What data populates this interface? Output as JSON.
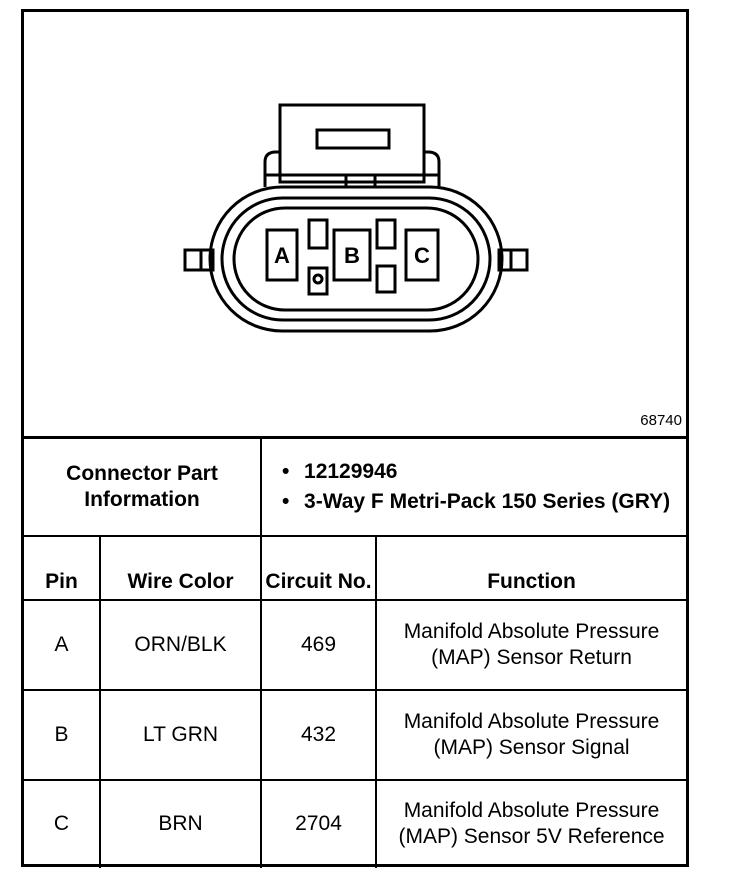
{
  "figure_number": "68740",
  "connector": {
    "label": "Connector Part Information",
    "items": [
      "12129946",
      "3-Way F Metri-Pack 150 Series (GRY)"
    ],
    "pins": [
      "A",
      "B",
      "C"
    ]
  },
  "table": {
    "headers": {
      "pin": "Pin",
      "wire_color": "Wire Color",
      "circuit": "Circuit No.",
      "function": "Function"
    },
    "rows": [
      {
        "pin": "A",
        "wire_color": "ORN/BLK",
        "circuit": "469",
        "function": "Manifold Absolute Pressure (MAP) Sensor Return"
      },
      {
        "pin": "B",
        "wire_color": "LT GRN",
        "circuit": "432",
        "function": "Manifold Absolute Pressure (MAP) Sensor Signal"
      },
      {
        "pin": "C",
        "wire_color": "BRN",
        "circuit": "2704",
        "function": "Manifold Absolute Pressure (MAP) Sensor 5V Reference"
      }
    ]
  }
}
